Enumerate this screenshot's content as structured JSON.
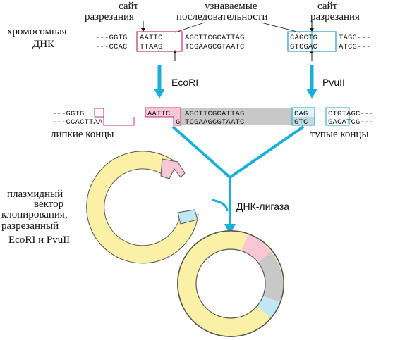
{
  "labels": {
    "site_left": "сайт",
    "site_left_2": "разрезания",
    "recognized_1": "узнаваемые",
    "recognized_2": "последовательности",
    "site_right": "сайт",
    "site_right_2": "разрезания",
    "chromosomal_1": "хромосомная",
    "chromosomal_2": "ДНК",
    "ecori": "EcoRI",
    "pvuii": "PvuII",
    "sticky_ends": "липкие концы",
    "blunt_ends": "тупые концы",
    "plasmid_1": "плазмидный",
    "plasmid_2": "вектор",
    "plasmid_3": "клонирования,",
    "plasmid_4": "разрезанный",
    "plasmid_5": "EcoRI и PvuII",
    "ligase": "ДНК-лигаза"
  },
  "top_strand": {
    "left_flank": "---GGTG",
    "ecori_site": "AATTC",
    "middle": "AGCTTCGCATTAG",
    "pvuii_site": "CAGCTG",
    "right_flank": "TAGC---"
  },
  "bottom_strand": {
    "left_flank": "---CCAC",
    "ecori_site": "TTAAG",
    "middle": "TCGAAGCGTAATC",
    "pvuii_site": "GTCGAC",
    "right_flank": "ATCG---"
  },
  "cut": {
    "left_top": "---GGTG",
    "left_bot": "---CCACTTAA",
    "frag_top_sticky": "AATTC",
    "frag_top_mid": "AGCTTCGCATTAG",
    "frag_top_blunt": "CAG",
    "frag_bot_sticky": "G",
    "frag_bot_mid": "TCGAAGCGTAATC",
    "frag_bot_blunt": "GTC",
    "right_top": "CTGTAGC---",
    "right_bot": "GACATCG---"
  },
  "colors": {
    "arrow_blue": "#1aaed8",
    "ecori_pink": "#f9c6d4",
    "ecori_border": "#c0307a",
    "pvuii_border": "#1b9fc9",
    "plasmid_yellow": "#fbf1a6",
    "insert_gray": "#c8c8c8",
    "blunt_cyan": "#bfe8f4"
  }
}
